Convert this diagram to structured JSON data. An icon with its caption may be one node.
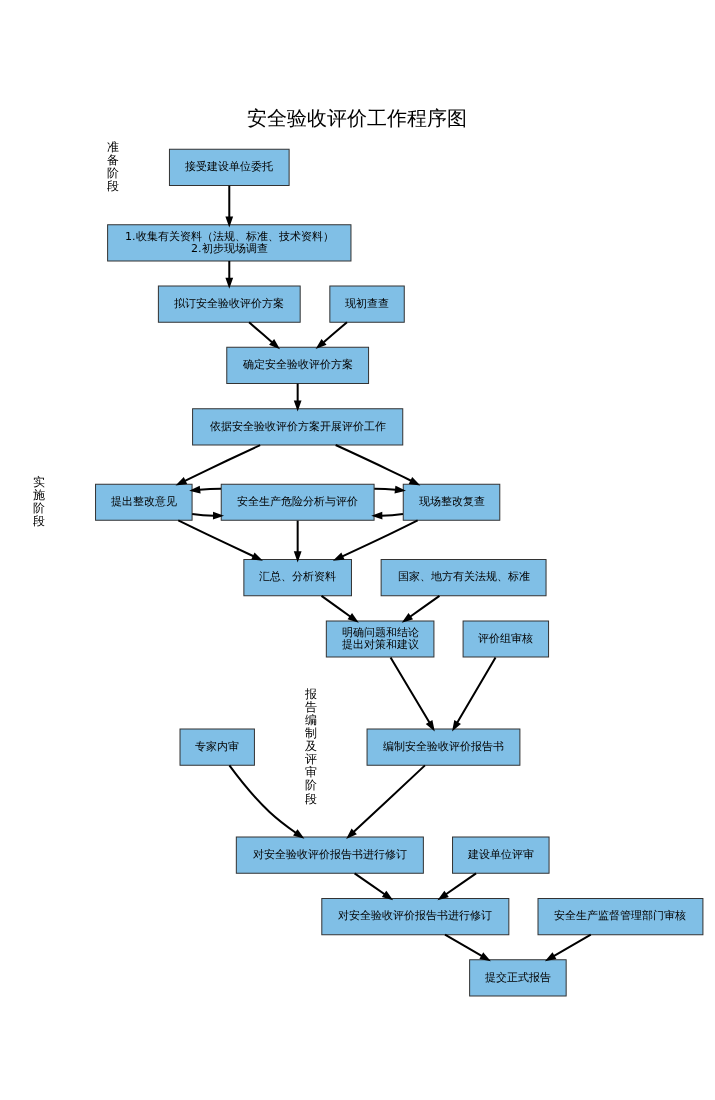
{
  "diagram": {
    "title": "安全验收评价工作程序图",
    "nodes": [
      {
        "text": [
          "接受建设单位委托"
        ]
      },
      {
        "text": [
          "1.收集有关资料（法规、标准、技术资料）",
          "2.初步现场调查"
        ]
      },
      {
        "text": [
          "拟订安全验收评价方案"
        ]
      },
      {
        "text": [
          "现初查查"
        ]
      },
      {
        "text": [
          "确定安全验收评价方案"
        ]
      },
      {
        "text": [
          "依据安全验收评价方案开展评价工作"
        ]
      },
      {
        "text": [
          "提出整改意见"
        ]
      },
      {
        "text": [
          "安全生产危险分析与评价"
        ]
      },
      {
        "text": [
          "现场整改复查"
        ]
      },
      {
        "text": [
          "汇总、分析资料"
        ]
      },
      {
        "text": [
          "国家、地方有关法规、标准"
        ]
      },
      {
        "text": [
          "明确问题和结论",
          "提出对策和建议"
        ]
      },
      {
        "text": [
          "评价组审核"
        ]
      },
      {
        "text": [
          "编制安全验收评价报告书"
        ]
      },
      {
        "text": [
          "专家内审"
        ]
      },
      {
        "text": [
          "对安全验收评价报告书进行修订"
        ]
      },
      {
        "text": [
          "建设单位评审"
        ]
      },
      {
        "text": [
          "对安全验收评价报告书进行修订"
        ]
      },
      {
        "text": [
          "安全生产监督管理部门审核"
        ]
      },
      {
        "text": [
          "提交正式报告"
        ]
      }
    ],
    "edges": [
      {
        "from": 0,
        "to": 1,
        "arrow": "to"
      },
      {
        "from": 1,
        "to": 2,
        "arrow": "to"
      },
      {
        "from": 2,
        "to": 4,
        "arrow": "to"
      },
      {
        "from": 3,
        "to": 4,
        "arrow": "to"
      },
      {
        "from": 4,
        "to": 5,
        "arrow": "to"
      },
      {
        "from": 5,
        "to": 6,
        "arrow": "to"
      },
      {
        "from": 5,
        "to": 8,
        "arrow": "to"
      },
      {
        "from": 6,
        "to": 7,
        "arrow": "to"
      },
      {
        "from": 7,
        "to": 6,
        "arrow": "to"
      },
      {
        "from": 8,
        "to": 7,
        "arrow": "to"
      },
      {
        "from": 7,
        "to": 8,
        "arrow": "to"
      },
      {
        "from": 6,
        "to": 9,
        "arrow": "to"
      },
      {
        "from": 7,
        "to": 9,
        "arrow": "to"
      },
      {
        "from": 8,
        "to": 9,
        "arrow": "to"
      },
      {
        "from": 9,
        "to": 11,
        "arrow": "to"
      },
      {
        "from": 10,
        "to": 11,
        "arrow": "to"
      },
      {
        "from": 11,
        "to": 13,
        "arrow": "to"
      },
      {
        "from": 12,
        "to": 13,
        "arrow": "to"
      },
      {
        "from": 13,
        "to": 15,
        "arrow": "to"
      },
      {
        "from": 14,
        "to": 15,
        "arrow": "to"
      },
      {
        "from": 15,
        "to": 17,
        "arrow": "to"
      },
      {
        "from": 16,
        "to": 17,
        "arrow": "to"
      },
      {
        "from": 17,
        "to": 19,
        "arrow": "to"
      },
      {
        "from": 18,
        "to": 19,
        "arrow": "to"
      }
    ],
    "labels": [
      "准备阶段",
      "实施阶段",
      "报告编制及评审阶段"
    ]
  }
}
